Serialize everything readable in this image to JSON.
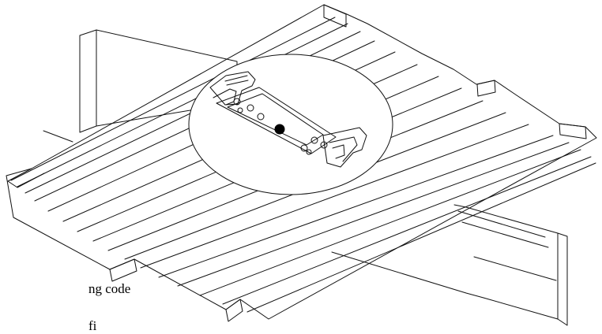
{
  "labels": {
    "line1": "ng code",
    "line2": "fi"
  },
  "colors": {
    "stroke": "#111111",
    "background": "#ffffff",
    "hole": "#000000"
  },
  "icons": {
    "deck": "corrugated-roof-deck-drawing",
    "purlin": "z-purlin-support-drawing",
    "bracket": "clip-bracket-assembly-drawing",
    "detail": "magnified-detail-circle"
  }
}
